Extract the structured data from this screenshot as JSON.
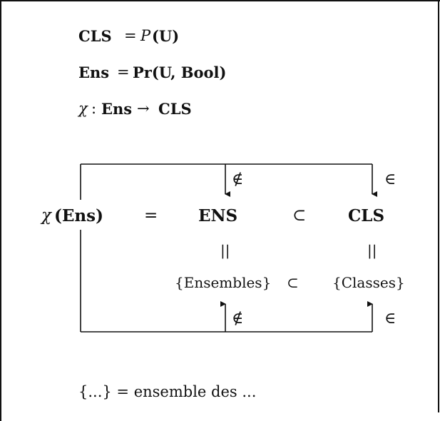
{
  "definitions": {
    "cls": {
      "lhs": "CLS",
      "eq": "=",
      "rhs_script": "P",
      "rhs_arg": "(U)"
    },
    "ens": {
      "lhs": "Ens",
      "eq": "=",
      "rhs": "Pr(U, Bool)"
    },
    "chi": {
      "sym": "χ",
      "colon": ":",
      "dom": "Ens",
      "arrow": "→",
      "cod": "CLS"
    }
  },
  "diagram": {
    "chi_label": {
      "sym": "χ",
      "arg": "(Ens)"
    },
    "equals": "=",
    "ens_upper": "ENS",
    "subset_top": "⊂",
    "cls_upper": "CLS",
    "eq_bar_left": "||",
    "eq_bar_right": "||",
    "ensembles": "{Ensembles}",
    "subset_bottom": "⊂",
    "classes": "{Classes}",
    "top_arrow_ens": "∉",
    "top_arrow_cls": "∈",
    "bottom_arrow_ens": "∉",
    "bottom_arrow_cls": "∈"
  },
  "footnote": {
    "text": "{...} = ensemble des ..."
  }
}
